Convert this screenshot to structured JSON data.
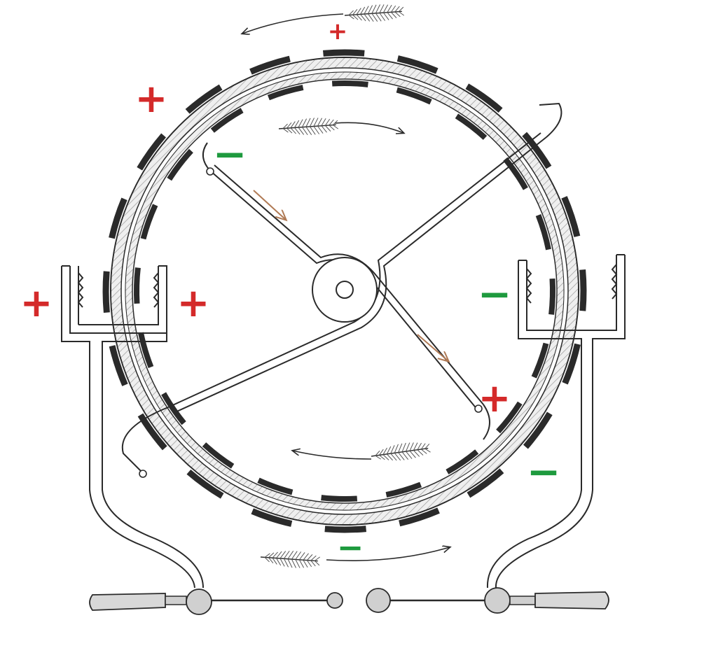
{
  "colors": {
    "ink": "#2a2a2a",
    "ring_fill": "#ececec",
    "positive": "#d42a2a",
    "negative": "#1e9a3e",
    "current_arrow": "#b07a55",
    "background": "#ffffff"
  },
  "charges": {
    "top_outer": "+",
    "upper_left_outer": "+",
    "left_outer_comb": "+",
    "left_inner_comb": "+",
    "upper_inner_brush": "−",
    "right_inner_comb": "−",
    "lower_inner_brush": "+",
    "lower_right_outer": "−",
    "bottom_outer": "−"
  },
  "diagram": {
    "outer_disc_direction": "counterclockwise",
    "inner_disc_direction": "clockwise",
    "outer_sector_count": 20,
    "inner_sector_count": 20,
    "current_arrow_count": 2
  }
}
